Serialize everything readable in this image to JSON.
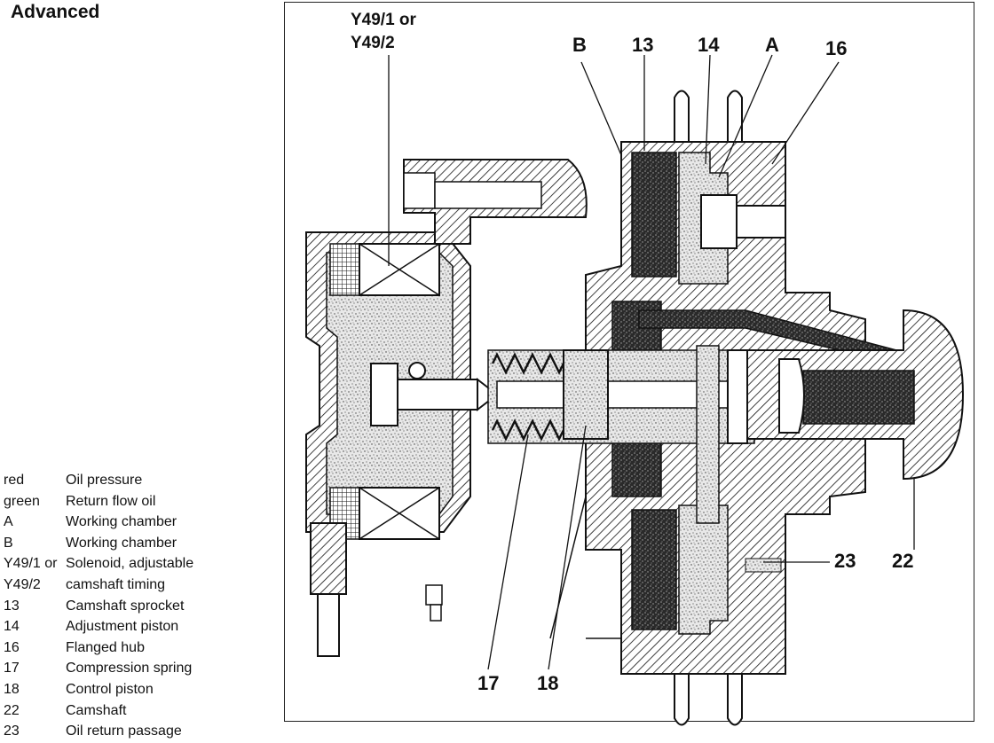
{
  "title": "Advanced",
  "legend": [
    {
      "key": "red",
      "text": "Oil pressure"
    },
    {
      "key": "green",
      "text": "Return flow oil"
    },
    {
      "key": "A",
      "text": "Working chamber"
    },
    {
      "key": "B",
      "text": "Working chamber"
    },
    {
      "key": "Y49/1 or",
      "text": "Solenoid, adjustable"
    },
    {
      "key": "Y49/2",
      "text": "camshaft timing"
    },
    {
      "key": "13",
      "text": "Camshaft sprocket"
    },
    {
      "key": "14",
      "text": "Adjustment piston"
    },
    {
      "key": "16",
      "text": "Flanged hub"
    },
    {
      "key": "17",
      "text": "Compression spring"
    },
    {
      "key": "18",
      "text": "Control piston"
    },
    {
      "key": "22",
      "text": "Camshaft"
    },
    {
      "key": "23",
      "text": "Oil return passage"
    }
  ],
  "callouts": {
    "solenoid_line1": "Y49/1  or",
    "solenoid_line2": "Y49/2",
    "b": "B",
    "n13": "13",
    "n14": "14",
    "a": "A",
    "n16": "16",
    "n23": "23",
    "n22": "22",
    "n17": "17",
    "n18": "18"
  }
}
